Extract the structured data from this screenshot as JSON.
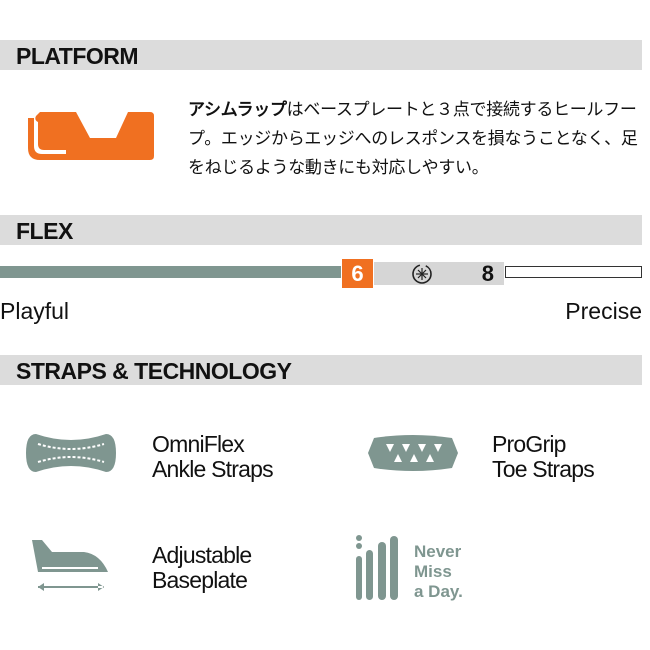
{
  "platform": {
    "title": "PLATFORM",
    "desc_bold": "アシムラップ",
    "desc_rest": "はベースプレートと３点で接続するヒールフープ。エッジからエッジへのレスポンスを損なうことなく、足をねじるような動きにも対応しやすい。"
  },
  "flex": {
    "title": "FLEX",
    "value_low": "6",
    "value_high": "8",
    "scale_max": 10,
    "left_label": "Playful",
    "right_label": "Precise",
    "colors": {
      "fill": "#7f9690",
      "accent": "#f07021"
    }
  },
  "straps": {
    "title": "STRAPS & TECHNOLOGY",
    "items": [
      {
        "line1": "OmniFlex",
        "line2": "Ankle Straps"
      },
      {
        "line1": "ProGrip",
        "line2": "Toe Straps"
      },
      {
        "line1": "Adjustable",
        "line2": "Baseplate"
      },
      {
        "line1": "Never",
        "line2": "Miss",
        "line3": "a Day."
      }
    ]
  }
}
